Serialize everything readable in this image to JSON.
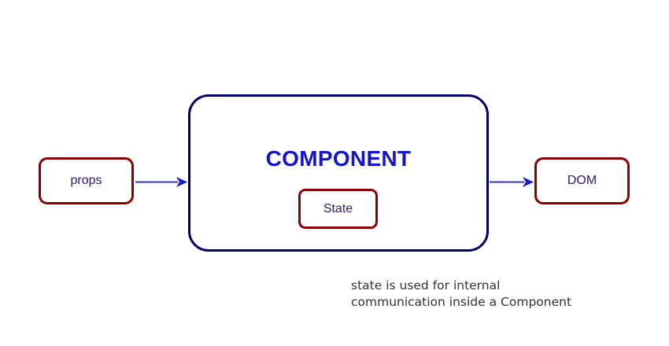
{
  "diagram": {
    "title": "React component data flow diagram",
    "nodes": {
      "props": {
        "label": "props",
        "border_color": "#8b0000",
        "text_color": "#2b1a66"
      },
      "component": {
        "label": "COMPONENT",
        "border_color": "#000066",
        "text_color": "#1414cc"
      },
      "state": {
        "label": "State",
        "border_color": "#8b0000",
        "text_color": "#2b1a66"
      },
      "dom": {
        "label": "DOM",
        "border_color": "#8b0000",
        "text_color": "#2b1a66"
      }
    },
    "arrows": [
      {
        "name": "props-to-component",
        "from": "props",
        "to": "component",
        "color": "#3333cc"
      },
      {
        "name": "component-to-dom",
        "from": "component",
        "to": "dom",
        "color": "#3333cc"
      }
    ],
    "caption": {
      "text": "state is used for internal\ncommunication inside a Component",
      "color": "#333333"
    },
    "background_color": "#ffffff"
  }
}
